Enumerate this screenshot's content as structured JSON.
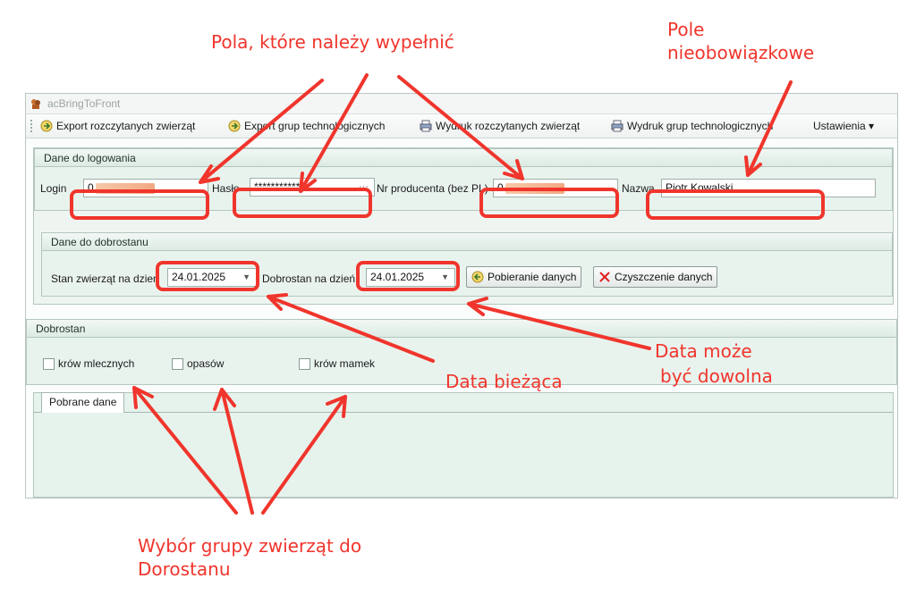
{
  "annotations": {
    "fields_to_fill": "Pola, które należy wypełnić",
    "optional_field_line1": "Pole",
    "optional_field_line2": "nieobowiązkowe",
    "current_date": "Data bieżąca",
    "any_date_line1": "Data może",
    "any_date_line2": "być dowolna",
    "group_choice_line1": "Wybór grupy zwierząt do",
    "group_choice_line2": "Dorostanu",
    "color": "#f0352c"
  },
  "window": {
    "title": "acBringToFront"
  },
  "toolbar": {
    "export_counted": "Export rozczytanych zwierząt",
    "export_groups": "Export grup technologicznych",
    "print_counted": "Wydruk rozczytanych zwierząt",
    "print_groups": "Wydruk grup technologicznych",
    "settings": "Ustawienia ▾"
  },
  "login_group": {
    "header": "Dane do logowania",
    "login_label": "Login",
    "login_value": "0",
    "password_label": "Hasło",
    "password_value": "************",
    "password_dots": "···",
    "producer_label": "Nr producenta (bez PL)",
    "producer_value": "0",
    "name_label": "Nazwa",
    "name_value": "Piotr Kowalski"
  },
  "welfare_data_group": {
    "header": "Dane do dobrostanu",
    "stock_date_label": "Stan zwierząt na dzień",
    "stock_date_value": "24.01.2025",
    "welfare_date_label": "Dobrostan na dzień",
    "welfare_date_value": "24.01.2025",
    "fetch_button": "Pobieranie danych",
    "clear_button": "Czyszczenie danych"
  },
  "welfare_group": {
    "header": "Dobrostan",
    "dairy_cows": "krów mlecznych",
    "fattening": "opasów",
    "suckler_cows": "krów mamek"
  },
  "tabs": {
    "downloaded": "Pobrane dane"
  }
}
